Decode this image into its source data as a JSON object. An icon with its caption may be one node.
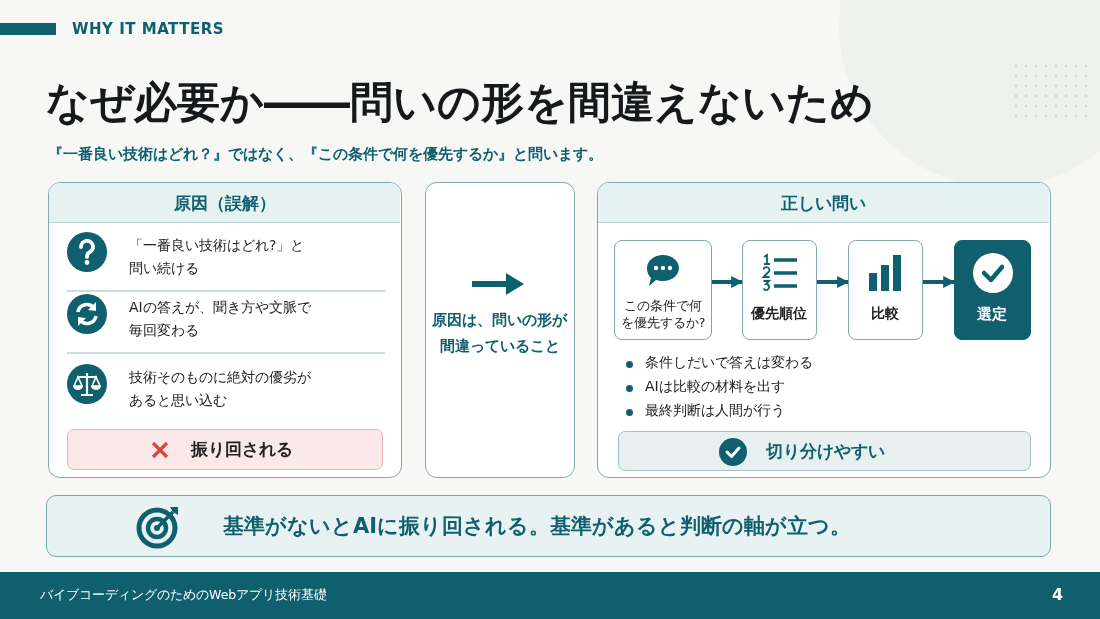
{
  "diagram": {
    "title": "なぜ必要か――問いの形を間違えないため",
    "nodes": [
      {
        "text": [
          "原因（誤解）",
          "「一番良い技術はどれ?」と問い続ける",
          "AIの答えが、聞き方や文脈で毎回変わる",
          "技術そのものに絶対の優劣があると思い込む"
        ]
      },
      {
        "text": [
          "振り回される"
        ],
        "in": 0
      },
      {
        "text": [
          "原因は、問いの形が間違っていること"
        ]
      },
      {
        "text": [
          "正しい問い",
          "条件しだいで答えは変わる",
          "AIは比較の材料を出す",
          "最終判断は人間が行う"
        ]
      },
      {
        "text": [
          "この条件で何を優先するか?"
        ],
        "in": 3
      },
      {
        "text": [
          "優先順位"
        ],
        "in": 3
      },
      {
        "text": [
          "比較"
        ],
        "in": 3
      },
      {
        "text": [
          "選定"
        ],
        "in": 3
      },
      {
        "text": [
          "切り分けやすい"
        ],
        "in": 3
      },
      {
        "text": [
          "基準がないとAIに振り回される。基準があると判断の軸が立つ。"
        ]
      }
    ],
    "edges": [
      {
        "from": 4,
        "to": 5,
        "arrow": "to"
      },
      {
        "from": 5,
        "to": 6,
        "arrow": "to"
      },
      {
        "from": 6,
        "to": 7,
        "arrow": "to"
      }
    ],
    "labels": [
      "WHY IT MATTERS",
      "『一番良い技術はどれ？』ではなく、『この条件で何を優先するか』と問います。",
      "バイブコーディングのためのWebアプリ技術基礎",
      "4"
    ]
  }
}
